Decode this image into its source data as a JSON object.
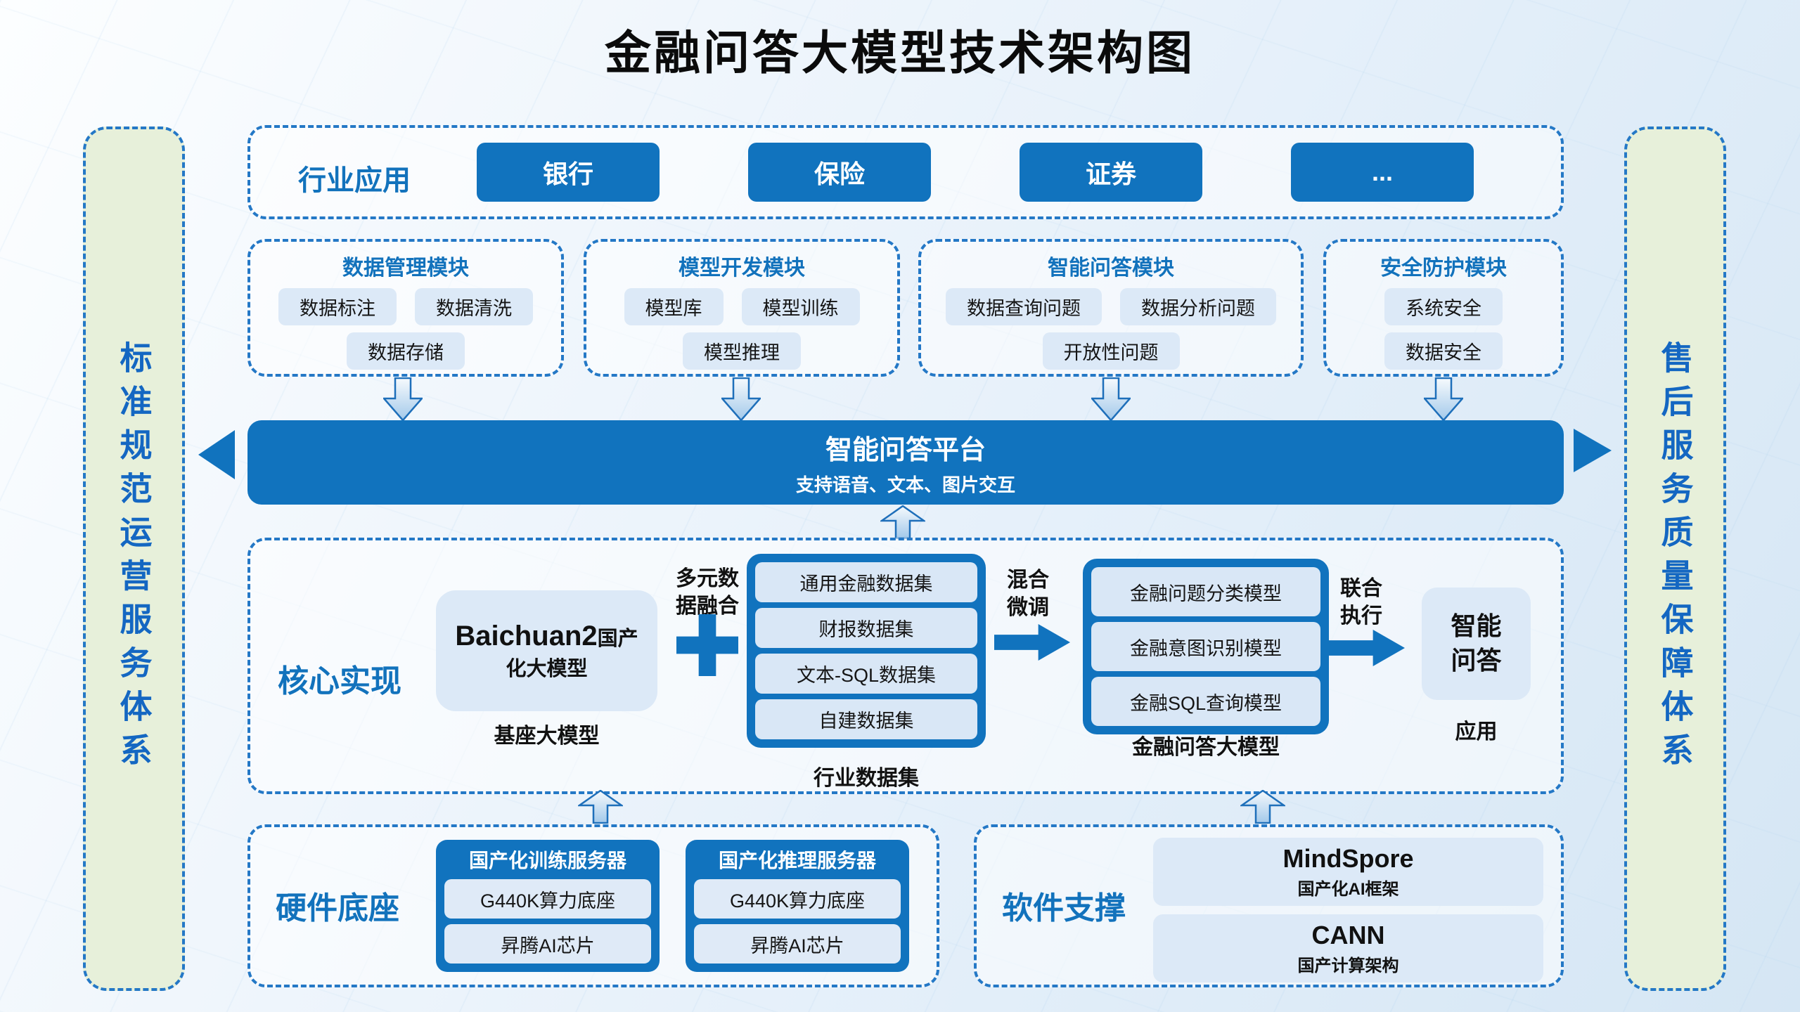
{
  "title": "金融问答大模型技术架构图",
  "side_bars": {
    "left": "标准规范运营服务体系",
    "right": "售后服务质量保障体系"
  },
  "industry": {
    "label": "行业应用",
    "buttons": [
      "银行",
      "保险",
      "证券",
      "..."
    ]
  },
  "modules": [
    {
      "title": "数据管理模块",
      "chips": [
        "数据标注",
        "数据清洗",
        "数据存储"
      ]
    },
    {
      "title": "模型开发模块",
      "chips": [
        "模型库",
        "模型训练",
        "模型推理"
      ]
    },
    {
      "title": "智能问答模块",
      "chips": [
        "数据查询问题",
        "数据分析问题",
        "开放性问题"
      ]
    },
    {
      "title": "安全防护模块",
      "chips": [
        "系统安全",
        "数据安全"
      ]
    }
  ],
  "platform": {
    "title": "智能问答平台",
    "subtitle": "支持语音、文本、图片交互"
  },
  "core": {
    "label": "核心实现",
    "base_model": {
      "name": "Baichuan2",
      "suffix": "国产",
      "line2": "化大模型",
      "caption": "基座大模型"
    },
    "fusion_label": "多元数据融合",
    "datasets": {
      "chips": [
        "通用金融数据集",
        "财报数据集",
        "文本-SQL数据集",
        "自建数据集"
      ],
      "caption": "行业数据集"
    },
    "finetune_label": "混合微调",
    "models": {
      "chips": [
        "金融问题分类模型",
        "金融意图识别模型",
        "金融SQL查询模型"
      ],
      "caption": "金融问答大模型"
    },
    "joint_label": "联合执行",
    "app": {
      "text": "智能问答",
      "caption": "应用"
    }
  },
  "hardware": {
    "label": "硬件底座",
    "servers": [
      {
        "title": "国产化训练服务器",
        "chips": [
          "G440K算力底座",
          "昇腾AI芯片"
        ]
      },
      {
        "title": "国产化推理服务器",
        "chips": [
          "G440K算力底座",
          "昇腾AI芯片"
        ]
      }
    ]
  },
  "software": {
    "label": "软件支撑",
    "items": [
      {
        "title": "MindSpore",
        "subtitle": "国产化AI框架"
      },
      {
        "title": "CANN",
        "subtitle": "国产计算架构"
      }
    ]
  },
  "icons": {
    "down_arrow": "↓",
    "up_arrow": "↑",
    "right_arrow": "→",
    "plus": "+",
    "triangle_left": "◀",
    "triangle_right": "▶"
  },
  "colors": {
    "primary_blue": "#1173BE",
    "chip_blue": "#DCE9F7",
    "dashed_border": "#2478C6",
    "green_panel": "#E7F0DA",
    "label_blue": "#1272BC",
    "title_black": "#0B0B0B"
  }
}
